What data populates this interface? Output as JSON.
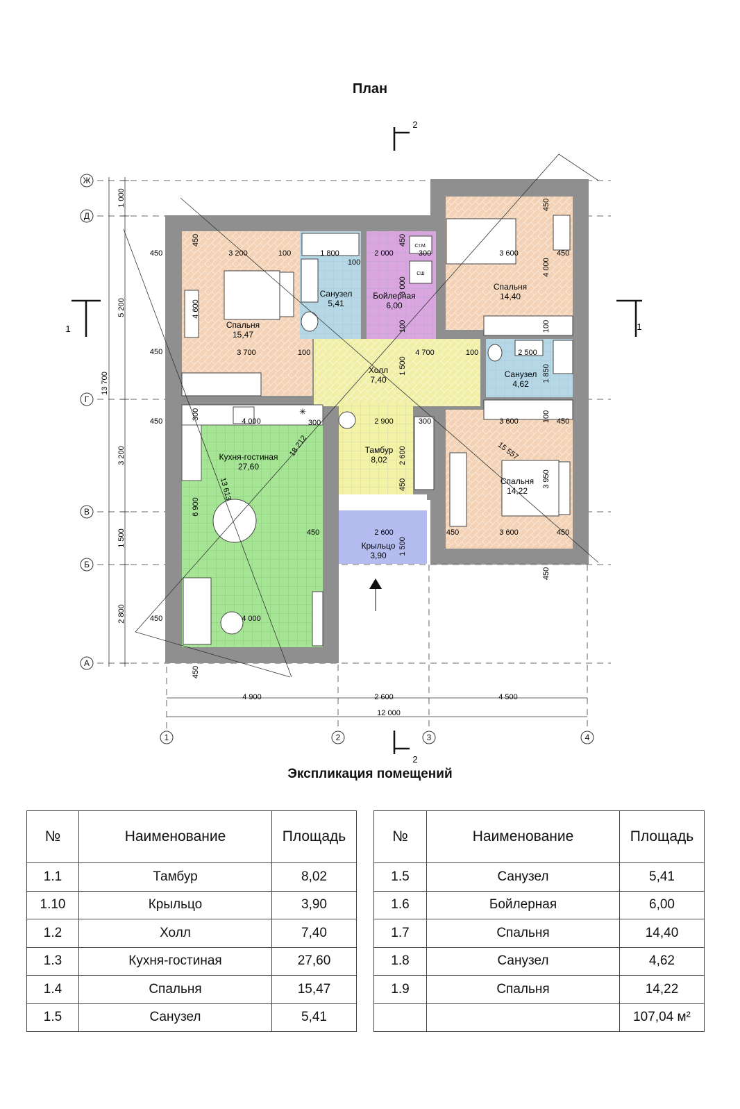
{
  "title": "План",
  "explication_title": "Экспликация помещений",
  "axes": {
    "rows": [
      "Ж",
      "Д",
      "Г",
      "В",
      "Б",
      "А"
    ],
    "cols": [
      "1",
      "2",
      "3",
      "4"
    ],
    "sections": [
      "1",
      "1",
      "2",
      "2"
    ]
  },
  "rooms": {
    "bedroom1": {
      "name": "Спальня",
      "area": "15,47"
    },
    "bath1": {
      "name": "Санузел",
      "area": "5,41"
    },
    "boiler": {
      "name": "Бойлерная",
      "area": "6,00"
    },
    "hall": {
      "name": "Холл",
      "area": "7,40"
    },
    "bedroom2": {
      "name": "Спальня",
      "area": "14,40"
    },
    "bath2": {
      "name": "Санузел",
      "area": "4,62"
    },
    "bedroom3": {
      "name": "Спальня",
      "area": "14,22"
    },
    "kitchen": {
      "name": "Кухня-гостиная",
      "area": "27,60"
    },
    "tambur": {
      "name": "Тамбур",
      "area": "8,02"
    },
    "porch": {
      "name": "Крыльцо",
      "area": "3,90"
    },
    "boiler_labels": [
      "Ст.М.",
      "СШ"
    ]
  },
  "left_dims": [
    "1 000",
    "5 200",
    "3 200",
    "1 500",
    "2 800"
  ],
  "left_total": "13 700",
  "bottom_dims": [
    "4 900",
    "2 600",
    "4 500"
  ],
  "bottom_total": "12 000",
  "dims": [
    "3 200",
    "100",
    "1 800",
    "100",
    "2 000",
    "450",
    "300",
    "3 000",
    "100",
    "3 600",
    "450",
    "450",
    "4 000",
    "450",
    "4 600",
    "3 700",
    "100",
    "4 700",
    "100",
    "1 500",
    "2 500",
    "1 850",
    "100",
    "3 600",
    "100",
    "450",
    "300",
    "4 000",
    "300",
    "2 900",
    "300",
    "2 600",
    "450",
    "6 900",
    "450",
    "2 600",
    "1 500",
    "450",
    "3 600",
    "450",
    "3 950",
    "15 557",
    "13 613",
    "18 212",
    "4 000",
    "450",
    "450",
    "450",
    "450",
    "450",
    "450"
  ],
  "table": {
    "headers": [
      "№",
      "Наименование",
      "Площадь"
    ],
    "left": [
      [
        "1.1",
        "Тамбур",
        "8,02"
      ],
      [
        "1.10",
        "Крыльцо",
        "3,90"
      ],
      [
        "1.2",
        "Холл",
        "7,40"
      ],
      [
        "1.3",
        "Кухня-гостиная",
        "27,60"
      ],
      [
        "1.4",
        "Спальня",
        "15,47"
      ],
      [
        "1.5",
        "Санузел",
        "5,41"
      ]
    ],
    "right": [
      [
        "1.5",
        "Санузел",
        "5,41"
      ],
      [
        "1.6",
        "Бойлерная",
        "6,00"
      ],
      [
        "1.7",
        "Спальня",
        "14,40"
      ],
      [
        "1.8",
        "Санузел",
        "4,62"
      ],
      [
        "1.9",
        "Спальня",
        "14,22"
      ],
      [
        "",
        "",
        "107,04 м²"
      ]
    ]
  }
}
